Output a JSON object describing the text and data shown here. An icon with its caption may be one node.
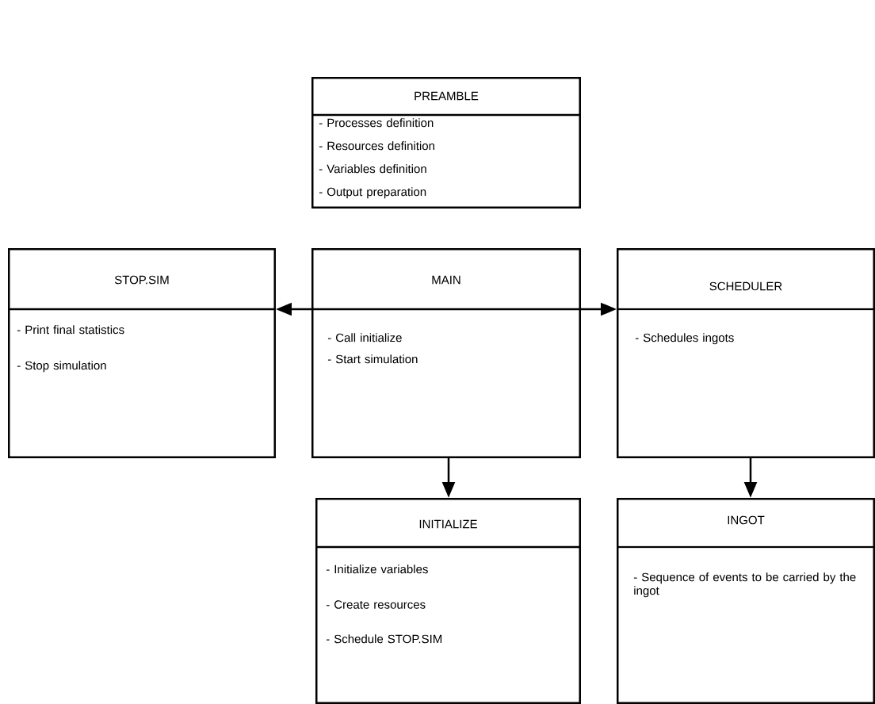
{
  "diagram": {
    "nodes": [
      {
        "text": [
          "PREAMBLE",
          "- Processes definition",
          "- Resources definition",
          "- Variables definition",
          "- Output preparation"
        ]
      },
      {
        "text": [
          "STOP.SIM",
          "- Print final statistics",
          "- Stop simulation"
        ]
      },
      {
        "text": [
          "MAIN",
          "- Call initialize",
          "- Start simulation"
        ]
      },
      {
        "text": [
          "SCHEDULER",
          "- Schedules ingots"
        ]
      },
      {
        "text": [
          "INITIALIZE",
          "- Initialize variables",
          "- Create resources",
          "- Schedule STOP.SIM"
        ]
      },
      {
        "text": [
          "INGOT",
          "- Sequence of events to be carried by the ingot"
        ]
      }
    ],
    "edges": [
      {
        "from": 2,
        "to": 1,
        "arrow": "to"
      },
      {
        "from": 2,
        "to": 3,
        "arrow": "to"
      },
      {
        "from": 2,
        "to": 4,
        "arrow": "to"
      },
      {
        "from": 3,
        "to": 5,
        "arrow": "to"
      }
    ]
  }
}
